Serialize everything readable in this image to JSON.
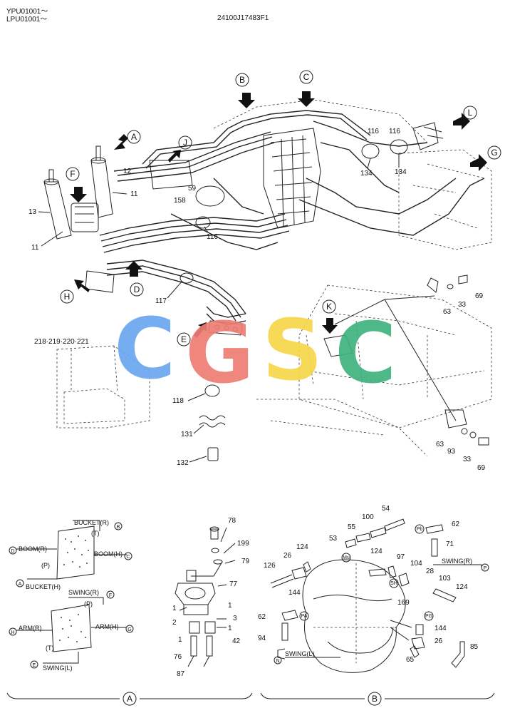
{
  "header": {
    "serial_line1": "YPU01001～",
    "serial_line2": "LPU01001～",
    "drawing_number": "24100J17483F1"
  },
  "callouts": {
    "A": "A",
    "B": "B",
    "C": "C",
    "D": "D",
    "E": "E",
    "F": "F",
    "G": "G",
    "H": "H",
    "J": "J",
    "K": "K",
    "L": "L",
    "M": "N"
  },
  "part_numbers": {
    "p12": "12",
    "p11a": "11",
    "p13": "13",
    "p11b": "11",
    "p158": "158",
    "p59": "59",
    "p116a": "116",
    "p116b": "116",
    "p116c": "116",
    "p134a": "134",
    "p134b": "134",
    "p117": "117",
    "p63a": "63",
    "p33a": "33",
    "p69a": "69",
    "p218": "218·219·220·221",
    "p118": "118",
    "p131": "131",
    "p132": "132",
    "p63b": "63",
    "p93": "93",
    "p33b": "33",
    "p69b": "69",
    "p78": "78",
    "p199": "199",
    "p79": "79",
    "p77": "77",
    "p1a": "1",
    "p1b": "1",
    "p2": "2",
    "p3": "3",
    "p1c": "1",
    "p1d": "1",
    "p76": "76",
    "p42": "42",
    "p87": "87",
    "p54": "54",
    "p100": "100",
    "p55": "55",
    "p53": "53",
    "p62a": "62",
    "p71": "71",
    "p124a": "124",
    "p26a": "26",
    "p126": "126",
    "p144a": "144",
    "p124b": "124",
    "p97": "97",
    "p104": "104",
    "p28": "28",
    "p103": "103",
    "p124c": "124",
    "p169": "169",
    "p62b": "62",
    "p94": "94",
    "p144b": "144",
    "p26b": "26",
    "p65": "65",
    "p85": "85"
  },
  "valve_labels": {
    "bucket_r": "BUCKET(R)",
    "t1": "(T)",
    "boom_r": "BOOM(R)",
    "boom_h": "BOOM(H)",
    "p1": "(P)",
    "bucket_h": "BUCKET(H)",
    "swing_r": "SWING(R)",
    "p2": "(P)",
    "arm_r": "ARM(R)",
    "arm_h": "ARM(H)",
    "t2": "(T)",
    "swing_l": "SWING(L)",
    "sym_b": "B",
    "sym_d": "D",
    "sym_c": "C",
    "sym_a": "A",
    "sym_f": "F",
    "sym_h": "H",
    "sym_g": "G",
    "sym_e": "E"
  },
  "motor_labels": {
    "swing_r": "SWING(R)",
    "swing_l": "SWING(L)",
    "sym_p": "P",
    "port_pb": "Pb",
    "port_mu": "Mu",
    "port_sh": "SH",
    "port_pa": "PA",
    "port_pg": "PG"
  },
  "section_labels": {
    "left": "A",
    "right": "B"
  },
  "watermark": {
    "letters": [
      "C",
      "G",
      "S",
      "C"
    ],
    "colors": [
      "#6aa7ef",
      "#ef7d74",
      "#f7d64a",
      "#3fb27f"
    ]
  }
}
